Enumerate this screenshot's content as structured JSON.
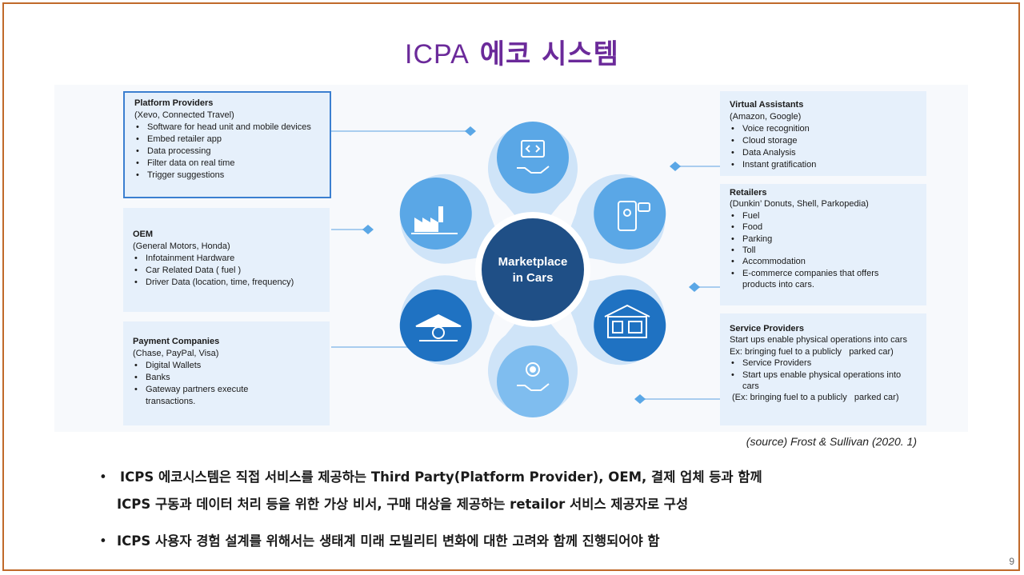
{
  "slide": {
    "title_ascii": "ICPA",
    "title_korean": "에코 시스템",
    "page_number": "9",
    "border_color": "#c0692a",
    "title_color": "#6b2a9a"
  },
  "diagram": {
    "center_label_line1": "Marketplace",
    "center_label_line2": "in Cars",
    "center_color": "#1f4f86",
    "petal_color": "#5aa7e6",
    "petal_icons": [
      "code-screen-hand-icon",
      "phone-chat-icon",
      "storefront-icon",
      "gear-hand-icon",
      "money-bank-icon",
      "factory-icon"
    ],
    "boxes": {
      "platform": {
        "title": "Platform Providers",
        "subtitle": "(Xevo, Connected Travel)",
        "items": [
          "Software for head unit and mobile devices",
          "Embed retailer app",
          "Data processing",
          "Filter data on real time",
          "Trigger suggestions"
        ]
      },
      "oem": {
        "title": "OEM",
        "subtitle": "(General Motors, Honda)",
        "items": [
          "Infotainment Hardware",
          "Car Related Data  ( fuel )",
          "Driver Data (location, time, frequency)"
        ]
      },
      "payment": {
        "title": "Payment  Companies",
        "subtitle": "(Chase, PayPal,  Visa)",
        "items": [
          "Digital Wallets",
          "Banks",
          "Gateway partners execute transactions."
        ]
      },
      "virtual": {
        "title": "Virtual Assistants",
        "subtitle": "(Amazon, Google)",
        "items": [
          "Voice recognition",
          "Cloud storage",
          "Data Analysis",
          "Instant gratification"
        ]
      },
      "retailers": {
        "title": "Retailers",
        "subtitle": "(Dunkin’ Donuts, Shell, Parkopedia)",
        "items": [
          "Fuel",
          "Food",
          "Parking",
          "Toll",
          "Accommodation",
          "E-commerce companies that offers products into cars."
        ]
      },
      "service": {
        "title": "Service Providers",
        "line1": "Start ups enable physical operations into cars",
        "line2": "Ex: bringing fuel to a publicly   parked car)",
        "items": [
          "Service Providers",
          "Start ups enable physical operations into cars"
        ],
        "line3": "(Ex: bringing fuel to a publicly   parked car)"
      }
    }
  },
  "source": "(source) Frost & Sullivan (2020. 1)",
  "bullets": [
    {
      "line1": "ICPS 에코시스템은 직접 서비스를 제공하는 Third Party(Platform Provider), OEM, 결제 업체 등과 함께",
      "line2": "ICPS 구동과 데이터 처리 등을 위한 가상 비서, 구매 대상을 제공하는 retailor 서비스 제공자로 구성"
    },
    {
      "line1": "ICPS 사용자 경험 설계를 위해서는 생태계 미래 모빌리티 변화에 대한 고려와 함께 진행되어야 함"
    }
  ]
}
